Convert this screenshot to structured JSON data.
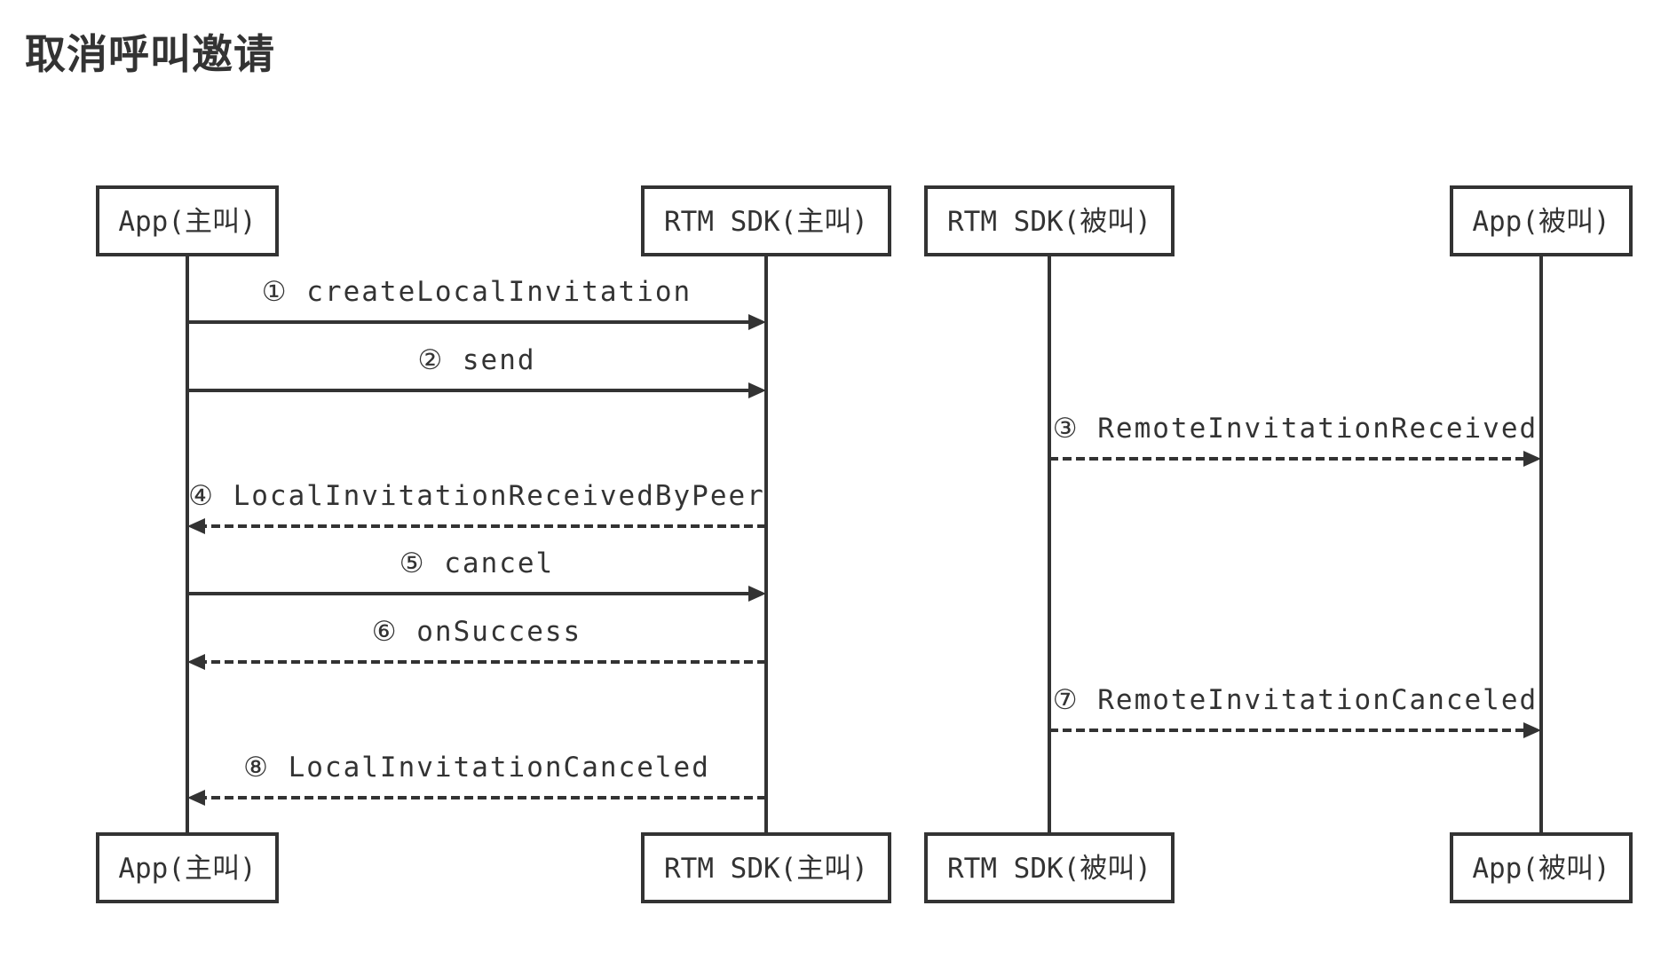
{
  "title": "取消呼叫邀请",
  "participants": [
    {
      "name": "App(主叫)"
    },
    {
      "name": "RTM SDK(主叫)"
    },
    {
      "name": "RTM SDK(被叫)"
    },
    {
      "name": "App(被叫)"
    }
  ],
  "messages": [
    {
      "label": "① createLocalInvitation",
      "from": 0,
      "to": 1,
      "style": "solid"
    },
    {
      "label": "② send",
      "from": 0,
      "to": 1,
      "style": "solid"
    },
    {
      "label": "③ RemoteInvitationReceived",
      "from": 2,
      "to": 3,
      "style": "dashed"
    },
    {
      "label": "④ LocalInvitationReceivedByPeer",
      "from": 1,
      "to": 0,
      "style": "dashed"
    },
    {
      "label": "⑤ cancel",
      "from": 0,
      "to": 1,
      "style": "solid"
    },
    {
      "label": "⑥ onSuccess",
      "from": 1,
      "to": 0,
      "style": "dashed"
    },
    {
      "label": "⑦ RemoteInvitationCanceled",
      "from": 2,
      "to": 3,
      "style": "dashed"
    },
    {
      "label": "⑧ LocalInvitationCanceled",
      "from": 1,
      "to": 0,
      "style": "dashed"
    }
  ],
  "colors": {
    "line": "#333333",
    "text": "#333333",
    "background": "#ffffff"
  }
}
